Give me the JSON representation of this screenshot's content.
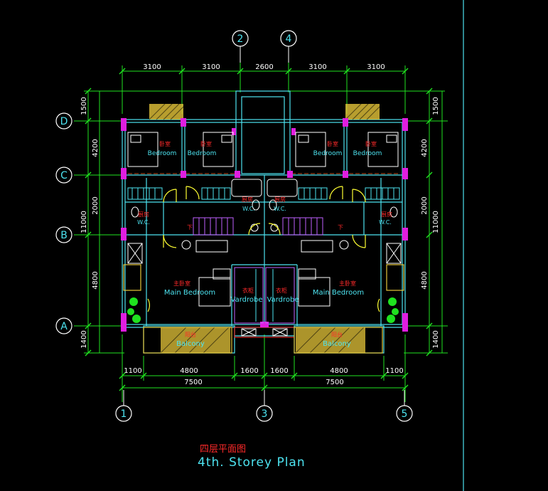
{
  "title_cn": "四层平面图",
  "title_en": "4th. Storey Plan",
  "top_axes": [
    "2",
    "4"
  ],
  "bottom_axes": [
    "1",
    "3",
    "5"
  ],
  "left_axes": [
    "D",
    "C",
    "B",
    "A"
  ],
  "dim_top": [
    "3100",
    "3100",
    "2600",
    "3100",
    "3100"
  ],
  "dim_bottom_1": [
    "1100",
    "4800",
    "1600",
    "1600",
    "4800",
    "1100"
  ],
  "dim_bottom_2": [
    "7500",
    "7500"
  ],
  "dim_left": [
    "1500",
    "4200",
    "2000",
    "4800",
    "1400"
  ],
  "dim_left_total": "11000",
  "dim_right": [
    "1500",
    "4200",
    "2000",
    "4800",
    "1400"
  ],
  "dim_right_total": "11000",
  "rooms": {
    "bedroom_cn": "卧室",
    "bedroom_en": "Bedroom",
    "kitchen_cn": "厨房",
    "wc": "W.C.",
    "down_cn": "下",
    "main_bedroom_cn": "主卧室",
    "main_bedroom_en": "Main Bedroom",
    "wardrobe_cn": "衣柜",
    "wardrobe_en": "Vardrobe",
    "balcony_cn": "阳台",
    "balcony_en": "Balcony"
  },
  "colors": {
    "background": "#000000",
    "wall": "#4de3f0",
    "dimension": "#1fe21f",
    "label_cn": "#ff2a2a",
    "label_en": "#4de3f0",
    "column": "#e01ee0",
    "door": "#ffff33",
    "furniture": "#ffffff",
    "balcony": "#e6c63a"
  }
}
